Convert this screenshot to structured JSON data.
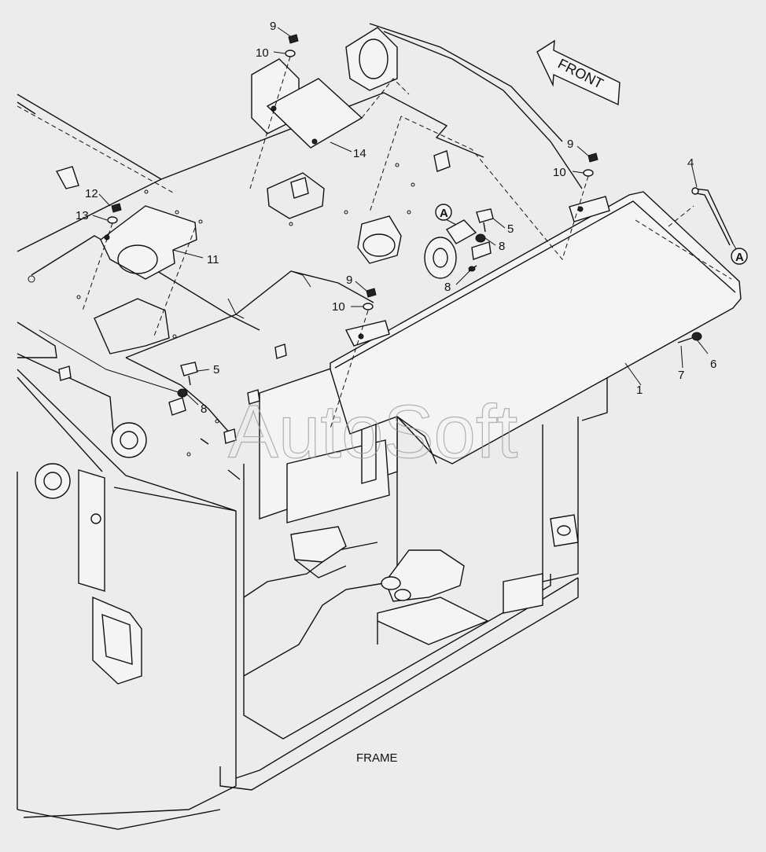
{
  "diagram": {
    "title": "FRAME",
    "watermark": "AutoSoft",
    "direction_arrow": "FRONT",
    "reference_marks": [
      "A",
      "A"
    ],
    "callouts": [
      {
        "id": "c9a",
        "label": "9"
      },
      {
        "id": "c10a",
        "label": "10"
      },
      {
        "id": "c14",
        "label": "14"
      },
      {
        "id": "c12",
        "label": "12"
      },
      {
        "id": "c13",
        "label": "13"
      },
      {
        "id": "c11",
        "label": "11"
      },
      {
        "id": "c9b",
        "label": "9"
      },
      {
        "id": "c10b",
        "label": "10"
      },
      {
        "id": "c4",
        "label": "4"
      },
      {
        "id": "c5a",
        "label": "5"
      },
      {
        "id": "c8a",
        "label": "8"
      },
      {
        "id": "c8b",
        "label": "8"
      },
      {
        "id": "c9c",
        "label": "9"
      },
      {
        "id": "c10c",
        "label": "10"
      },
      {
        "id": "c5b",
        "label": "5"
      },
      {
        "id": "c8c",
        "label": "8"
      },
      {
        "id": "c6",
        "label": "6"
      },
      {
        "id": "c7",
        "label": "7"
      },
      {
        "id": "c1",
        "label": "1"
      }
    ]
  }
}
